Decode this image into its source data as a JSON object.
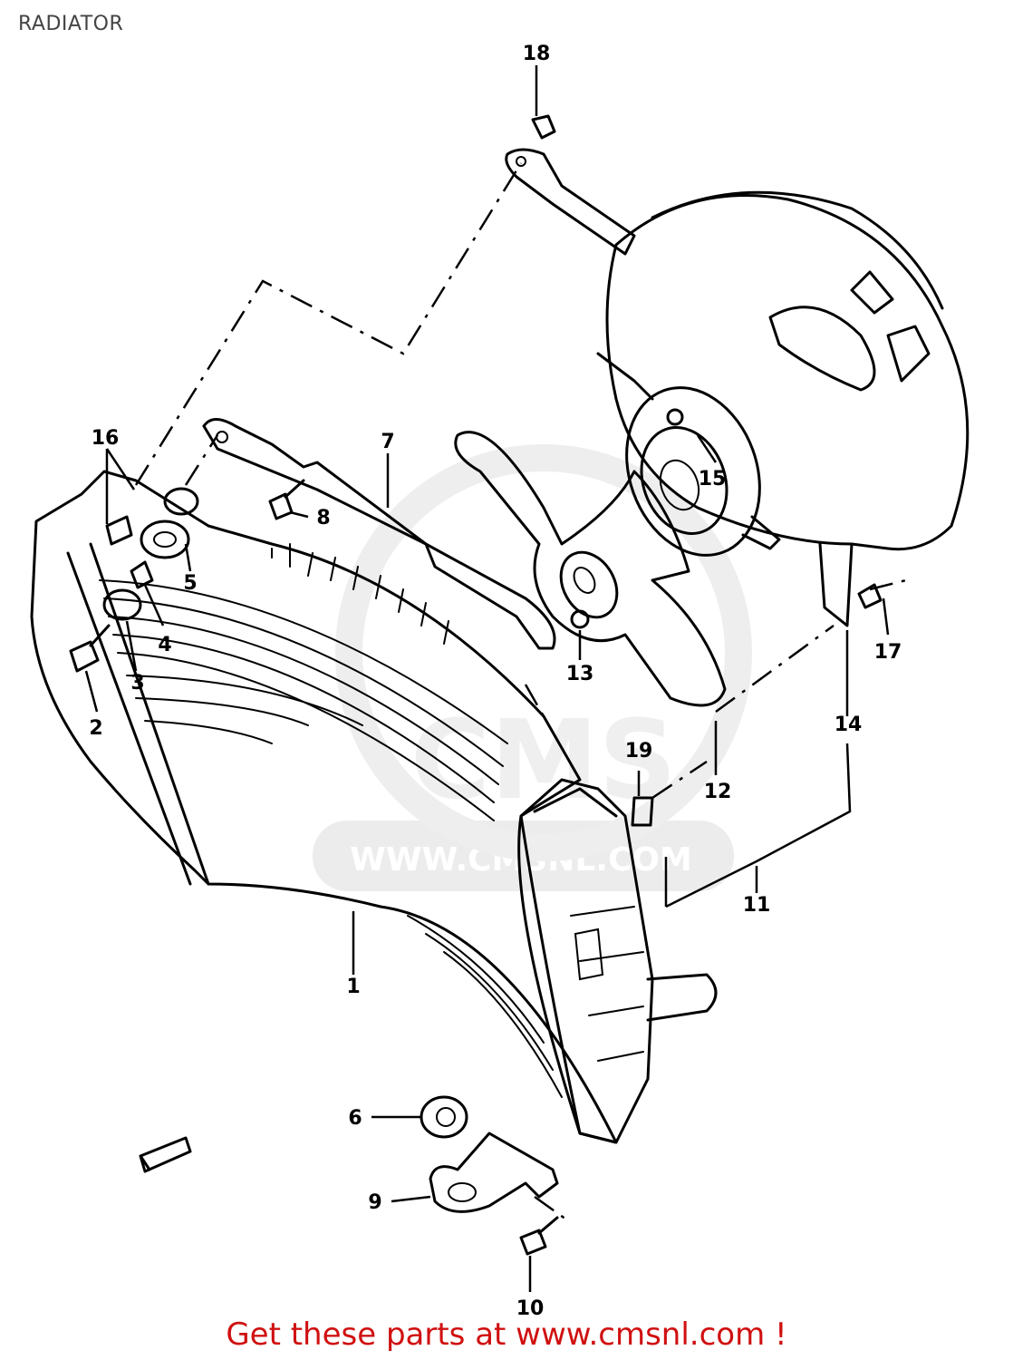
{
  "title": "RADIATOR",
  "footer": "Get these parts at www.cmsnl.com !",
  "watermark": {
    "text": "WWW.CMSNL.COM",
    "logo": "CMS"
  },
  "callouts": [
    {
      "id": "1",
      "label": "1",
      "part": "radiator"
    },
    {
      "id": "2",
      "label": "2",
      "part": "bolt"
    },
    {
      "id": "3",
      "label": "3",
      "part": "washer"
    },
    {
      "id": "4",
      "label": "4",
      "part": "collar"
    },
    {
      "id": "5",
      "label": "5",
      "part": "cushion"
    },
    {
      "id": "6",
      "label": "6",
      "part": "cushion"
    },
    {
      "id": "7",
      "label": "7",
      "part": "bracket"
    },
    {
      "id": "8",
      "label": "8",
      "part": "bolt"
    },
    {
      "id": "9",
      "label": "9",
      "part": "bracket"
    },
    {
      "id": "10",
      "label": "10",
      "part": "bolt"
    },
    {
      "id": "11",
      "label": "11",
      "part": "fan assembly"
    },
    {
      "id": "12",
      "label": "12",
      "part": "fan blade"
    },
    {
      "id": "13",
      "label": "13",
      "part": "nut"
    },
    {
      "id": "14",
      "label": "14",
      "part": "fan shroud"
    },
    {
      "id": "15",
      "label": "15",
      "part": "fan motor screw"
    },
    {
      "id": "16",
      "label": "16",
      "part": "bolt"
    },
    {
      "id": "17",
      "label": "17",
      "part": "bolt"
    },
    {
      "id": "18",
      "label": "18",
      "part": "bolt"
    },
    {
      "id": "19",
      "label": "19",
      "part": "nut"
    }
  ],
  "colors": {
    "footer": "#d01010",
    "line": "#000000",
    "watermark": "#e6e6e6"
  }
}
